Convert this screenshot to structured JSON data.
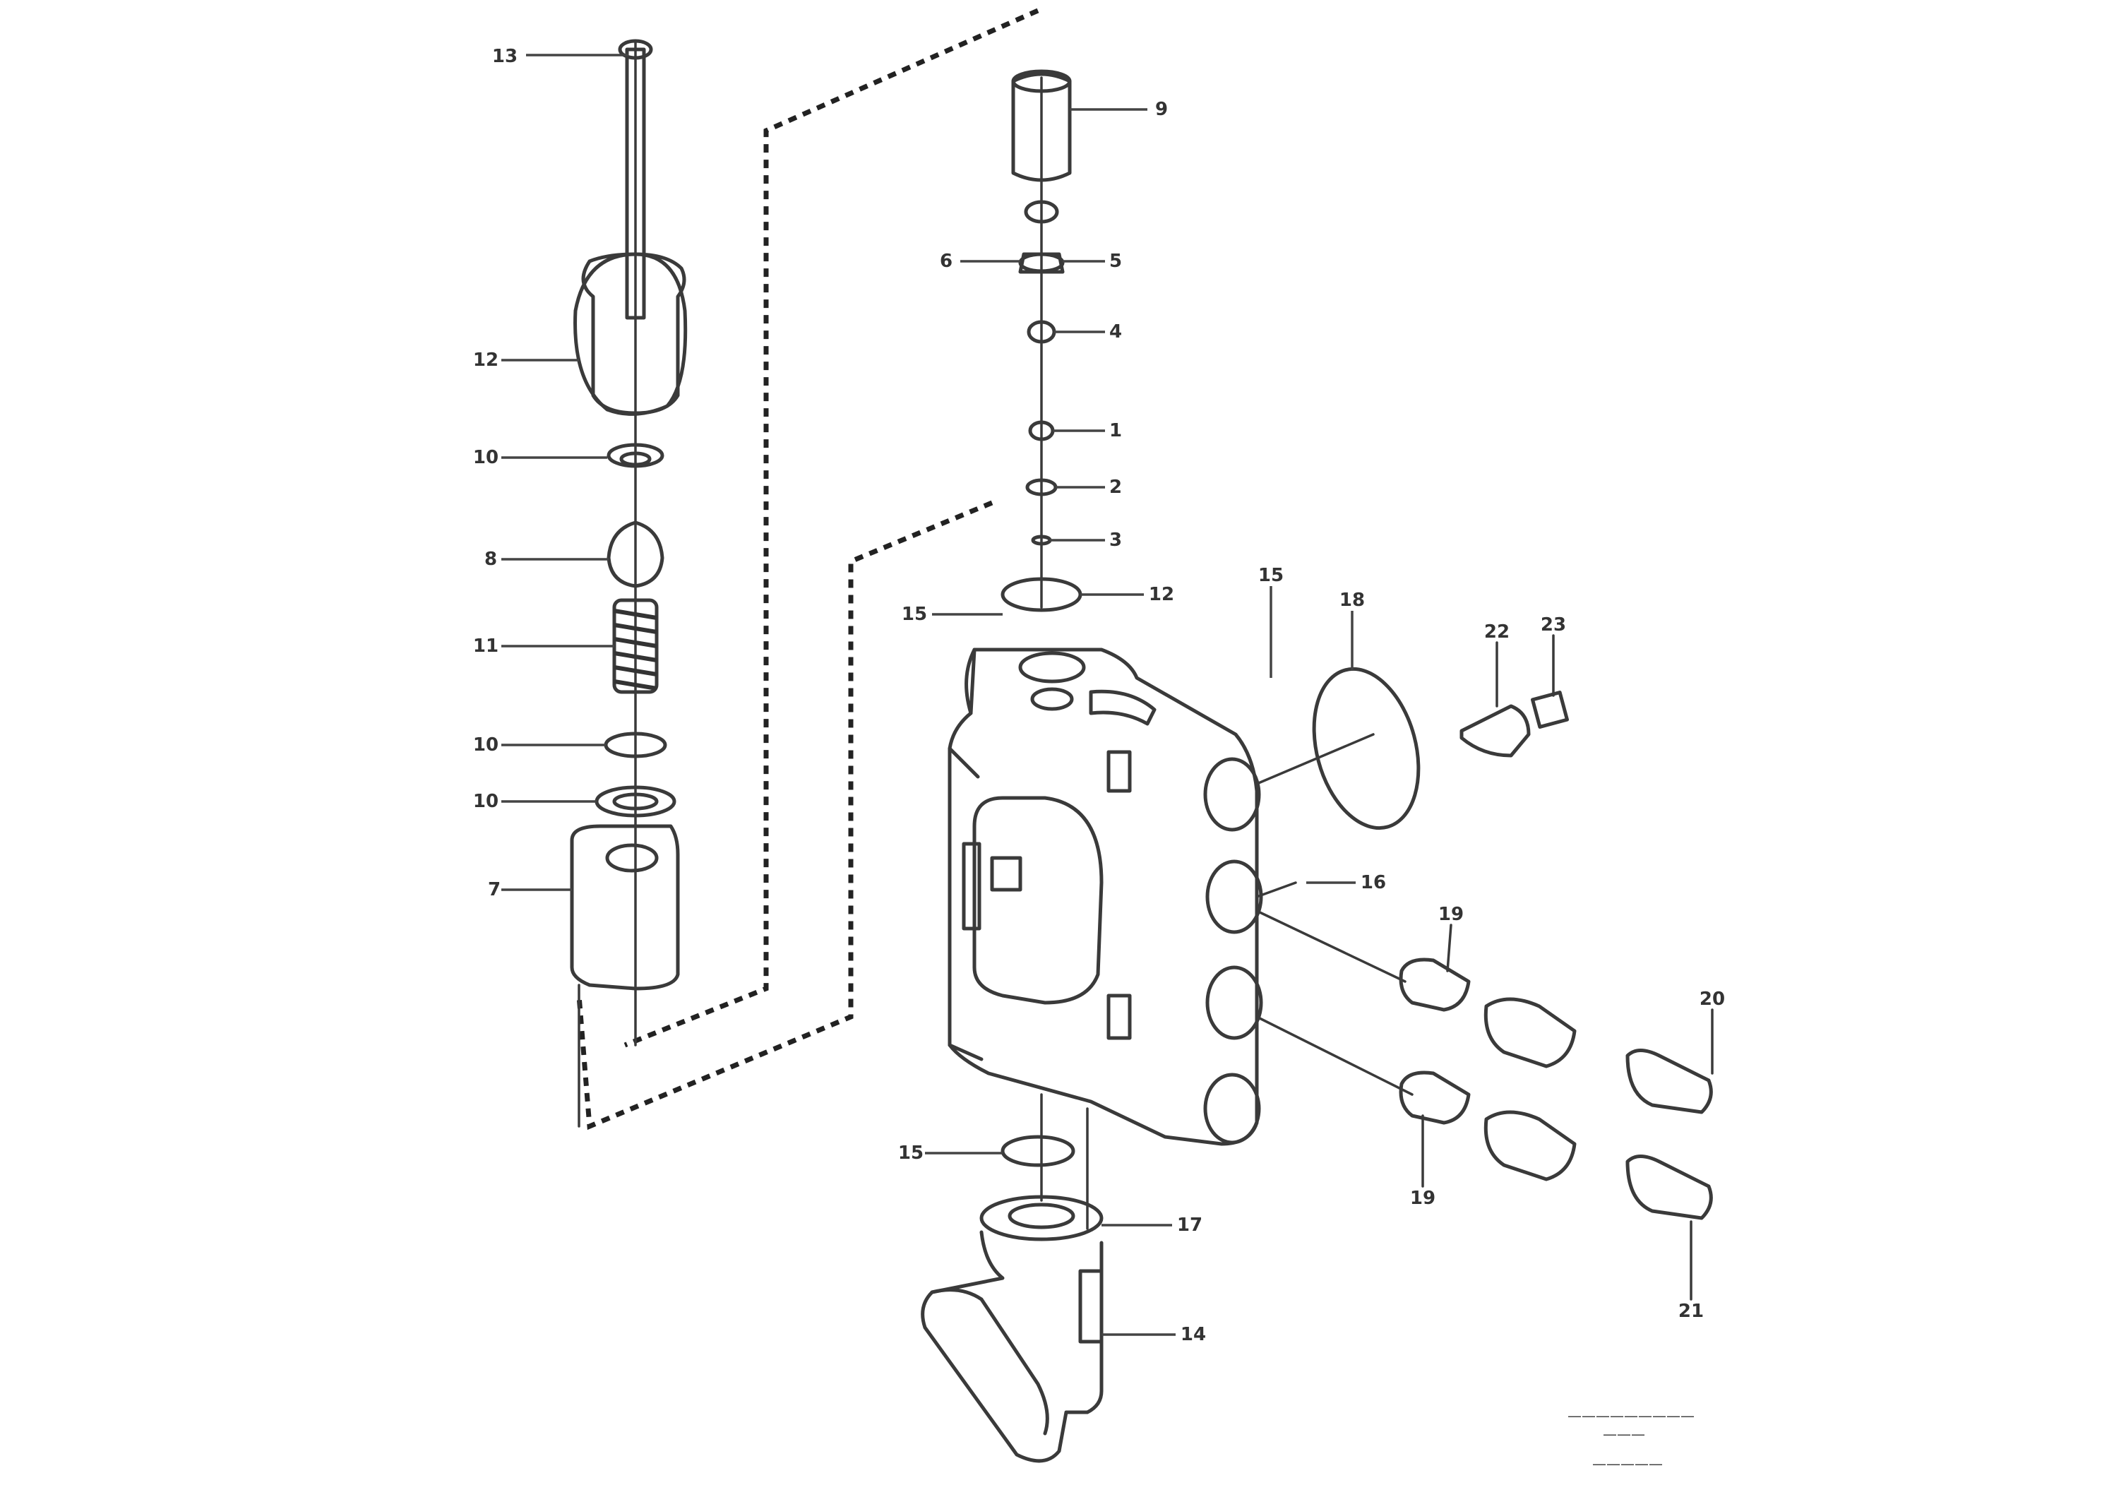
{
  "callouts": [
    {
      "id": "c1",
      "text": "13"
    },
    {
      "id": "c2",
      "text": "12"
    },
    {
      "id": "c3",
      "text": "10"
    },
    {
      "id": "c4",
      "text": "8"
    },
    {
      "id": "c5",
      "text": "11"
    },
    {
      "id": "c6",
      "text": "10"
    },
    {
      "id": "c7",
      "text": "10"
    },
    {
      "id": "c8",
      "text": "7"
    },
    {
      "id": "c9",
      "text": "9"
    },
    {
      "id": "c10",
      "text": "6"
    },
    {
      "id": "c11",
      "text": "5"
    },
    {
      "id": "c12",
      "text": "4"
    },
    {
      "id": "c13",
      "text": "1"
    },
    {
      "id": "c14",
      "text": "2"
    },
    {
      "id": "c15",
      "text": "3"
    },
    {
      "id": "c16",
      "text": "12"
    },
    {
      "id": "c17",
      "text": "15"
    },
    {
      "id": "c18",
      "text": "15"
    },
    {
      "id": "c19",
      "text": "18"
    },
    {
      "id": "c20",
      "text": "22"
    },
    {
      "id": "c21",
      "text": "23"
    },
    {
      "id": "c22",
      "text": "16"
    },
    {
      "id": "c23",
      "text": "19"
    },
    {
      "id": "c24",
      "text": "20"
    },
    {
      "id": "c25",
      "text": "19"
    },
    {
      "id": "c26",
      "text": "15"
    },
    {
      "id": "c27",
      "text": "17"
    },
    {
      "id": "c28",
      "text": "14"
    },
    {
      "id": "c29",
      "text": "21"
    }
  ],
  "footer": {
    "line1": "—————————",
    "line2": "———",
    "line3": "—————"
  }
}
